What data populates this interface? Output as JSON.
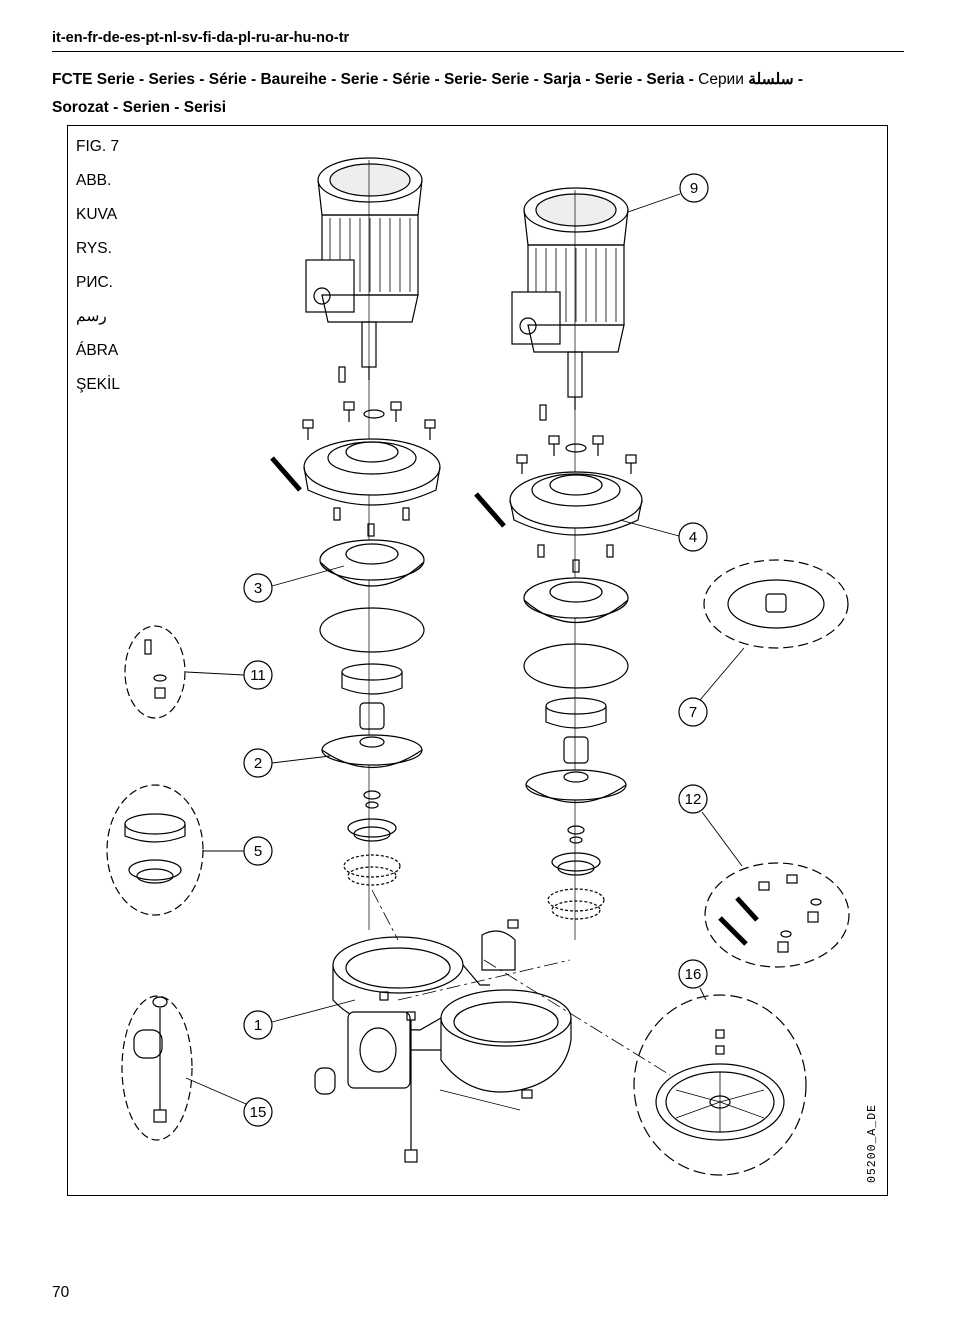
{
  "header": {
    "languages": "it-en-fr-de-es-pt-nl-sv-fi-da-pl-ru-ar-hu-no-tr",
    "series_bold": "FCTE Serie - Series - Série - Baureihe - Serie - Série - Serie- Serie - Sarja - Serie - Seria -",
    "series_ru": "Серии",
    "series_ar": "سلسلة",
    "series_dash": "-",
    "series_line2": "Sorozat - Serien - Serisi"
  },
  "figure": {
    "labels": [
      "FIG. 7",
      "ABB.",
      "KUVA",
      "RYS.",
      "РИС.",
      "رسم",
      "ÁBRA",
      "ŞEKİL"
    ],
    "callouts": [
      "9",
      "4",
      "3",
      "11",
      "7",
      "2",
      "12",
      "5",
      "16",
      "1",
      "15"
    ],
    "drawing_code": "05200_A_DE"
  },
  "footer": {
    "page_number": "70"
  }
}
